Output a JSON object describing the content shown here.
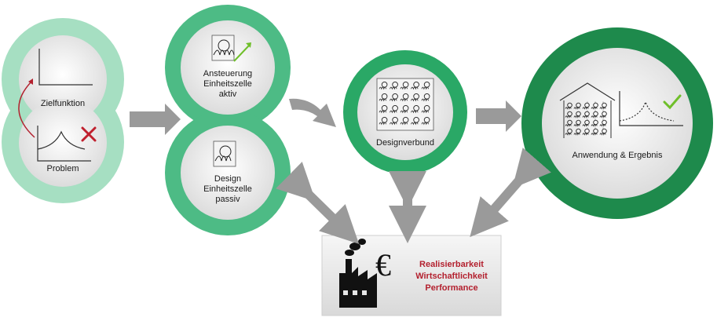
{
  "nodes": {
    "zielfunktion": "Zielfunktion",
    "problem": "Problem",
    "ansteuerung": "Ansteuerung Einheitszelle aktiv",
    "design": "Design Einheitszelle passiv",
    "designverbund": "Designverbund",
    "anwendung": "Anwendung & Ergebnis"
  },
  "economy_box": {
    "lines": [
      "Realisierbarkeit",
      "Wirtschaftlichkeit",
      "Performance"
    ],
    "currency_symbol": "€"
  },
  "colors": {
    "light_green": "#8fd6b2",
    "mid_green": "#4dbb85",
    "green": "#2aa866",
    "dark_green": "#1e8a4c",
    "arrow_gray": "#9a9a9a",
    "accent_red": "#b3202e"
  }
}
